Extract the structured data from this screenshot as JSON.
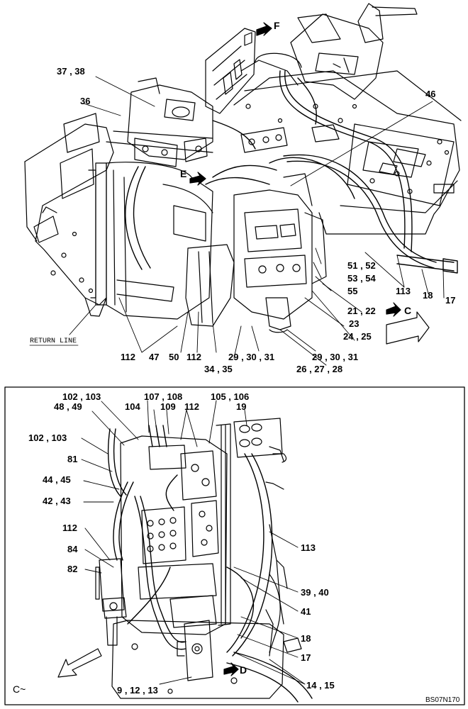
{
  "return_line": "RETURN LINE",
  "figure_code": "BS07N170",
  "view_letters": {
    "f": "F",
    "e": "E",
    "c": "C",
    "d": "D",
    "c_tilde": "C~"
  },
  "top_labels": {
    "l37_38": "37 , 38",
    "l36": "36",
    "l46": "46",
    "l51_52": "51 , 52",
    "l53_54": "53 , 54",
    "l55": "55",
    "l113": "113",
    "l18": "18",
    "l17": "17",
    "l21_22": "21 , 22",
    "l23": "23",
    "l24_25": "24 , 25",
    "l112a": "112",
    "l47": "47",
    "l50": "50",
    "l112b": "112",
    "l29a": "29 , 30 , 31",
    "l29b": "29 , 30 , 31",
    "l34_35": "34 , 35",
    "l26_28": "26 , 27 , 28"
  },
  "bottom_labels": {
    "l102a": "102 , 103",
    "l48_49": "48 , 49",
    "l107_108": "107 , 108",
    "l104": "104",
    "l109": "109",
    "l112c": "112",
    "l105_106": "105 , 106",
    "l19": "19",
    "l102b": "102 , 103",
    "l81": "81",
    "l44_45": "44 , 45",
    "l42_43": "42 , 43",
    "l112d": "112",
    "l84": "84",
    "l82": "82",
    "l113b": "113",
    "l39_40": "39 , 40",
    "l41": "41",
    "l18b": "18",
    "l17b": "17",
    "l14_15": "14 , 15",
    "l9_13": "9 , 12 , 13"
  }
}
